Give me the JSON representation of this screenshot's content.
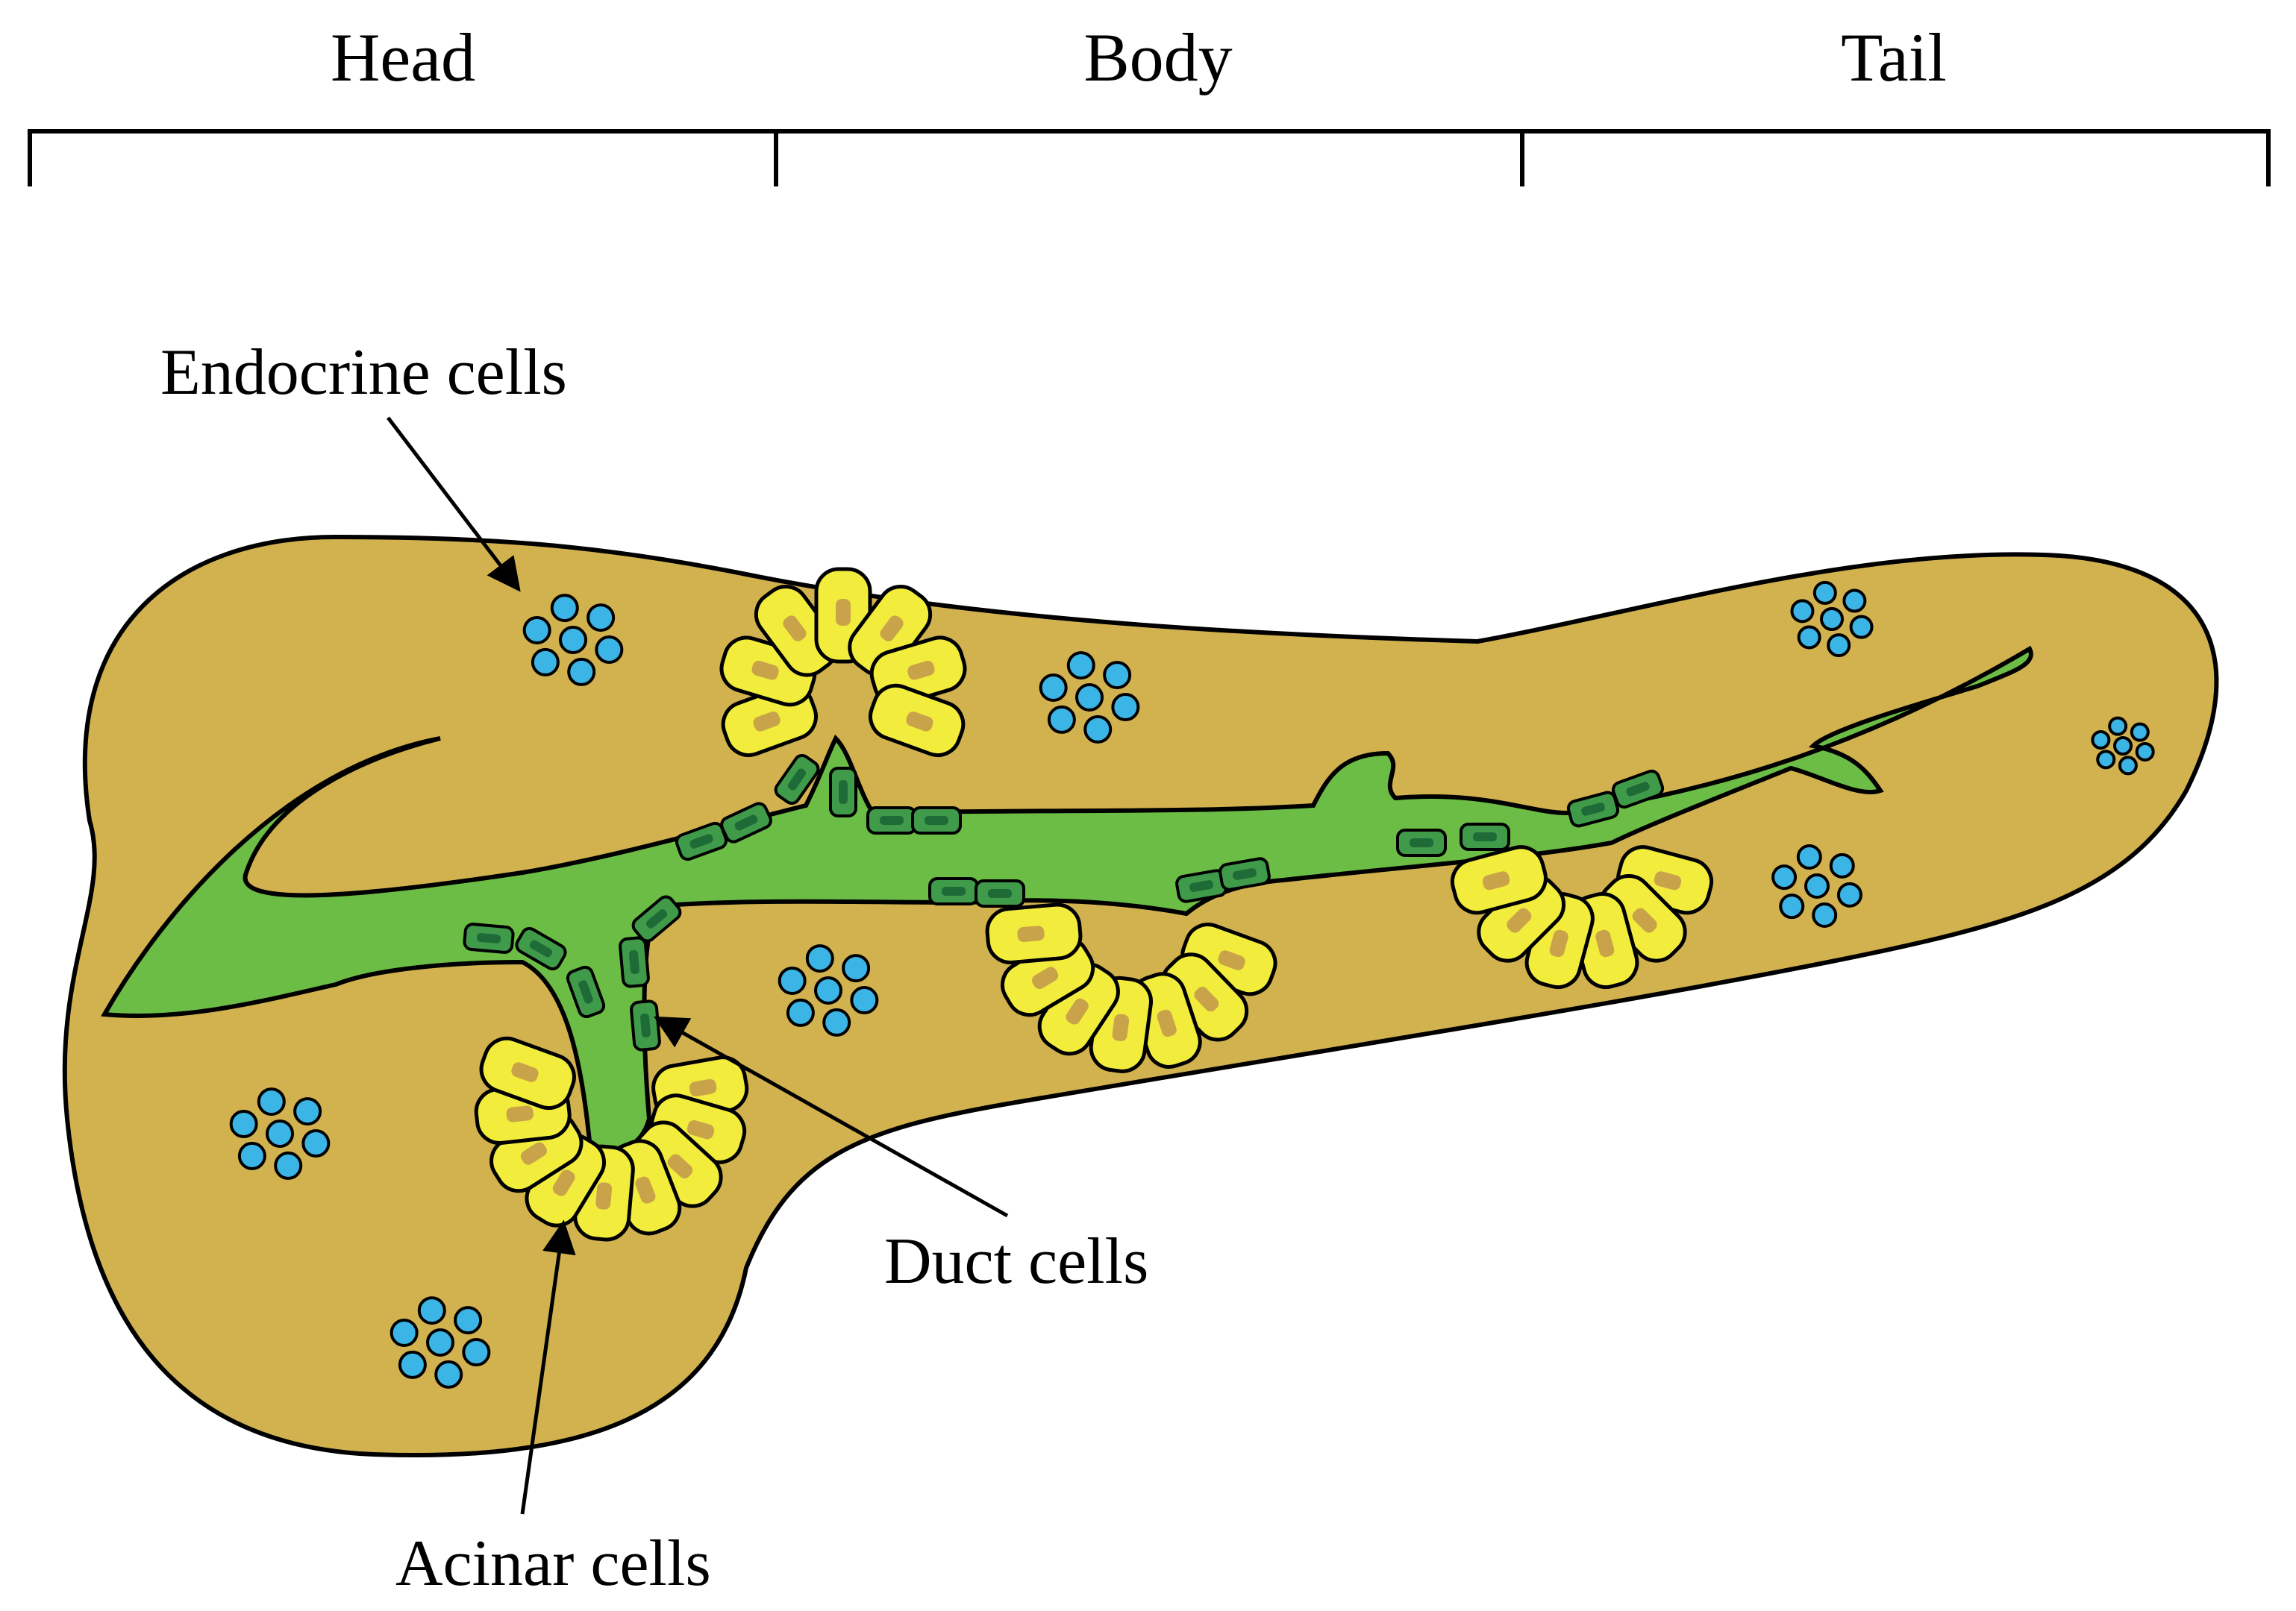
{
  "regions": {
    "head": "Head",
    "body": "Body",
    "tail": "Tail"
  },
  "callouts": {
    "endocrine": "Endocrine cells",
    "duct": "Duct cells",
    "acinar": "Acinar cells"
  },
  "colors": {
    "parenchyma": "#d2b24f",
    "duct_lumen": "#6cbd45",
    "duct_cell": "#3f9a4a",
    "duct_cell_nucleus": "#1e6b37",
    "acinar_cell": "#f2ec3c",
    "acinar_nucleus": "#c8a34a",
    "endocrine_cell": "#3ab5e6",
    "outline": "#000000"
  }
}
